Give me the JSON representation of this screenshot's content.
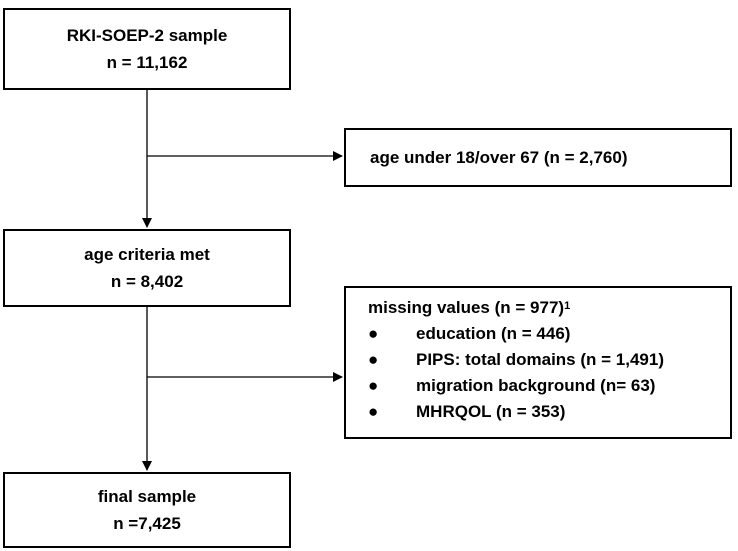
{
  "boxes": {
    "sample": {
      "line1": "RKI-SOEP-2 sample",
      "line2": "n = 11,162"
    },
    "age_met": {
      "line1": "age criteria met",
      "line2": "n = 8,402"
    },
    "final": {
      "line1": "final sample",
      "line2": "n =7,425"
    }
  },
  "exclusions": {
    "age": {
      "text": "age under 18/over 67 (n = 2,760)"
    },
    "missing": {
      "title": "missing values (n = 977)",
      "footnote_marker": "1",
      "bullet_glyph": "●",
      "items": [
        "education (n = 446)",
        "PIPS: total domains (n = 1,491)",
        "migration background (n= 63)",
        "MHRQOL (n = 353)"
      ]
    }
  },
  "colors": {
    "line": "#000000",
    "background": "#ffffff"
  }
}
